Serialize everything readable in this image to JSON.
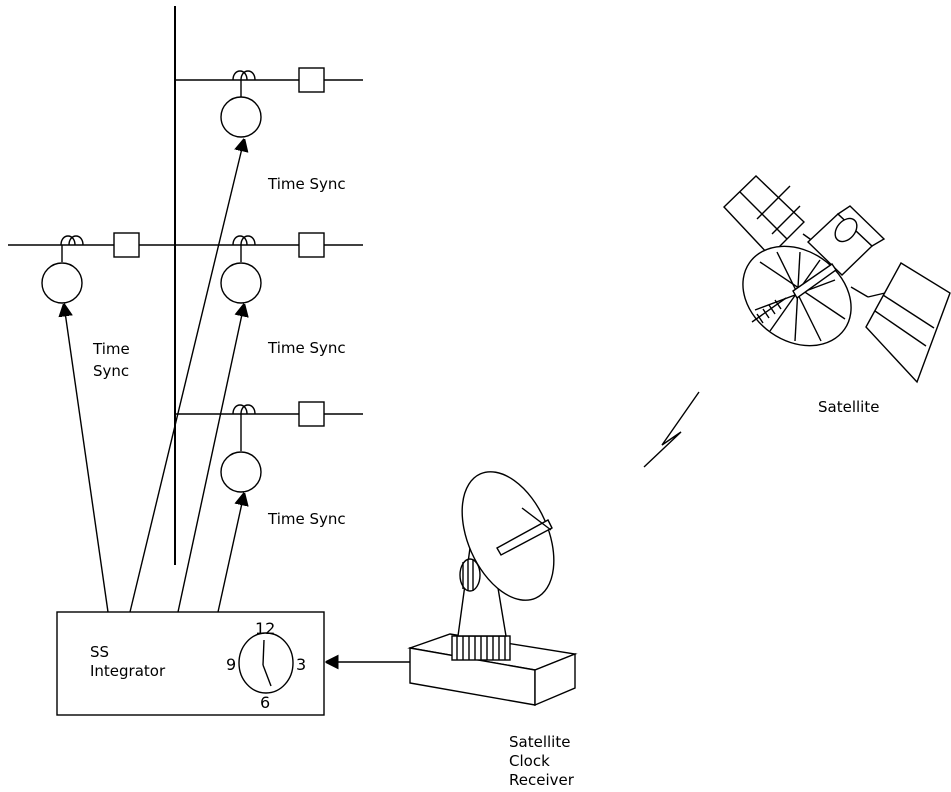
{
  "labels": {
    "time_sync_1": "Time  Sync",
    "time_sync_2": "Time  Sync",
    "time_sync_3": "Time  Sync",
    "time_sync_left_line1": "Time",
    "time_sync_left_line2": "Sync",
    "integrator_line1": "SS",
    "integrator_line2": "Integrator",
    "satellite": "Satellite",
    "receiver_line1": "Satellite",
    "receiver_line2": "Clock",
    "receiver_line3": "Receiver"
  },
  "clock": {
    "n12": "12",
    "n3": "3",
    "n6": "6",
    "n9": "9"
  }
}
